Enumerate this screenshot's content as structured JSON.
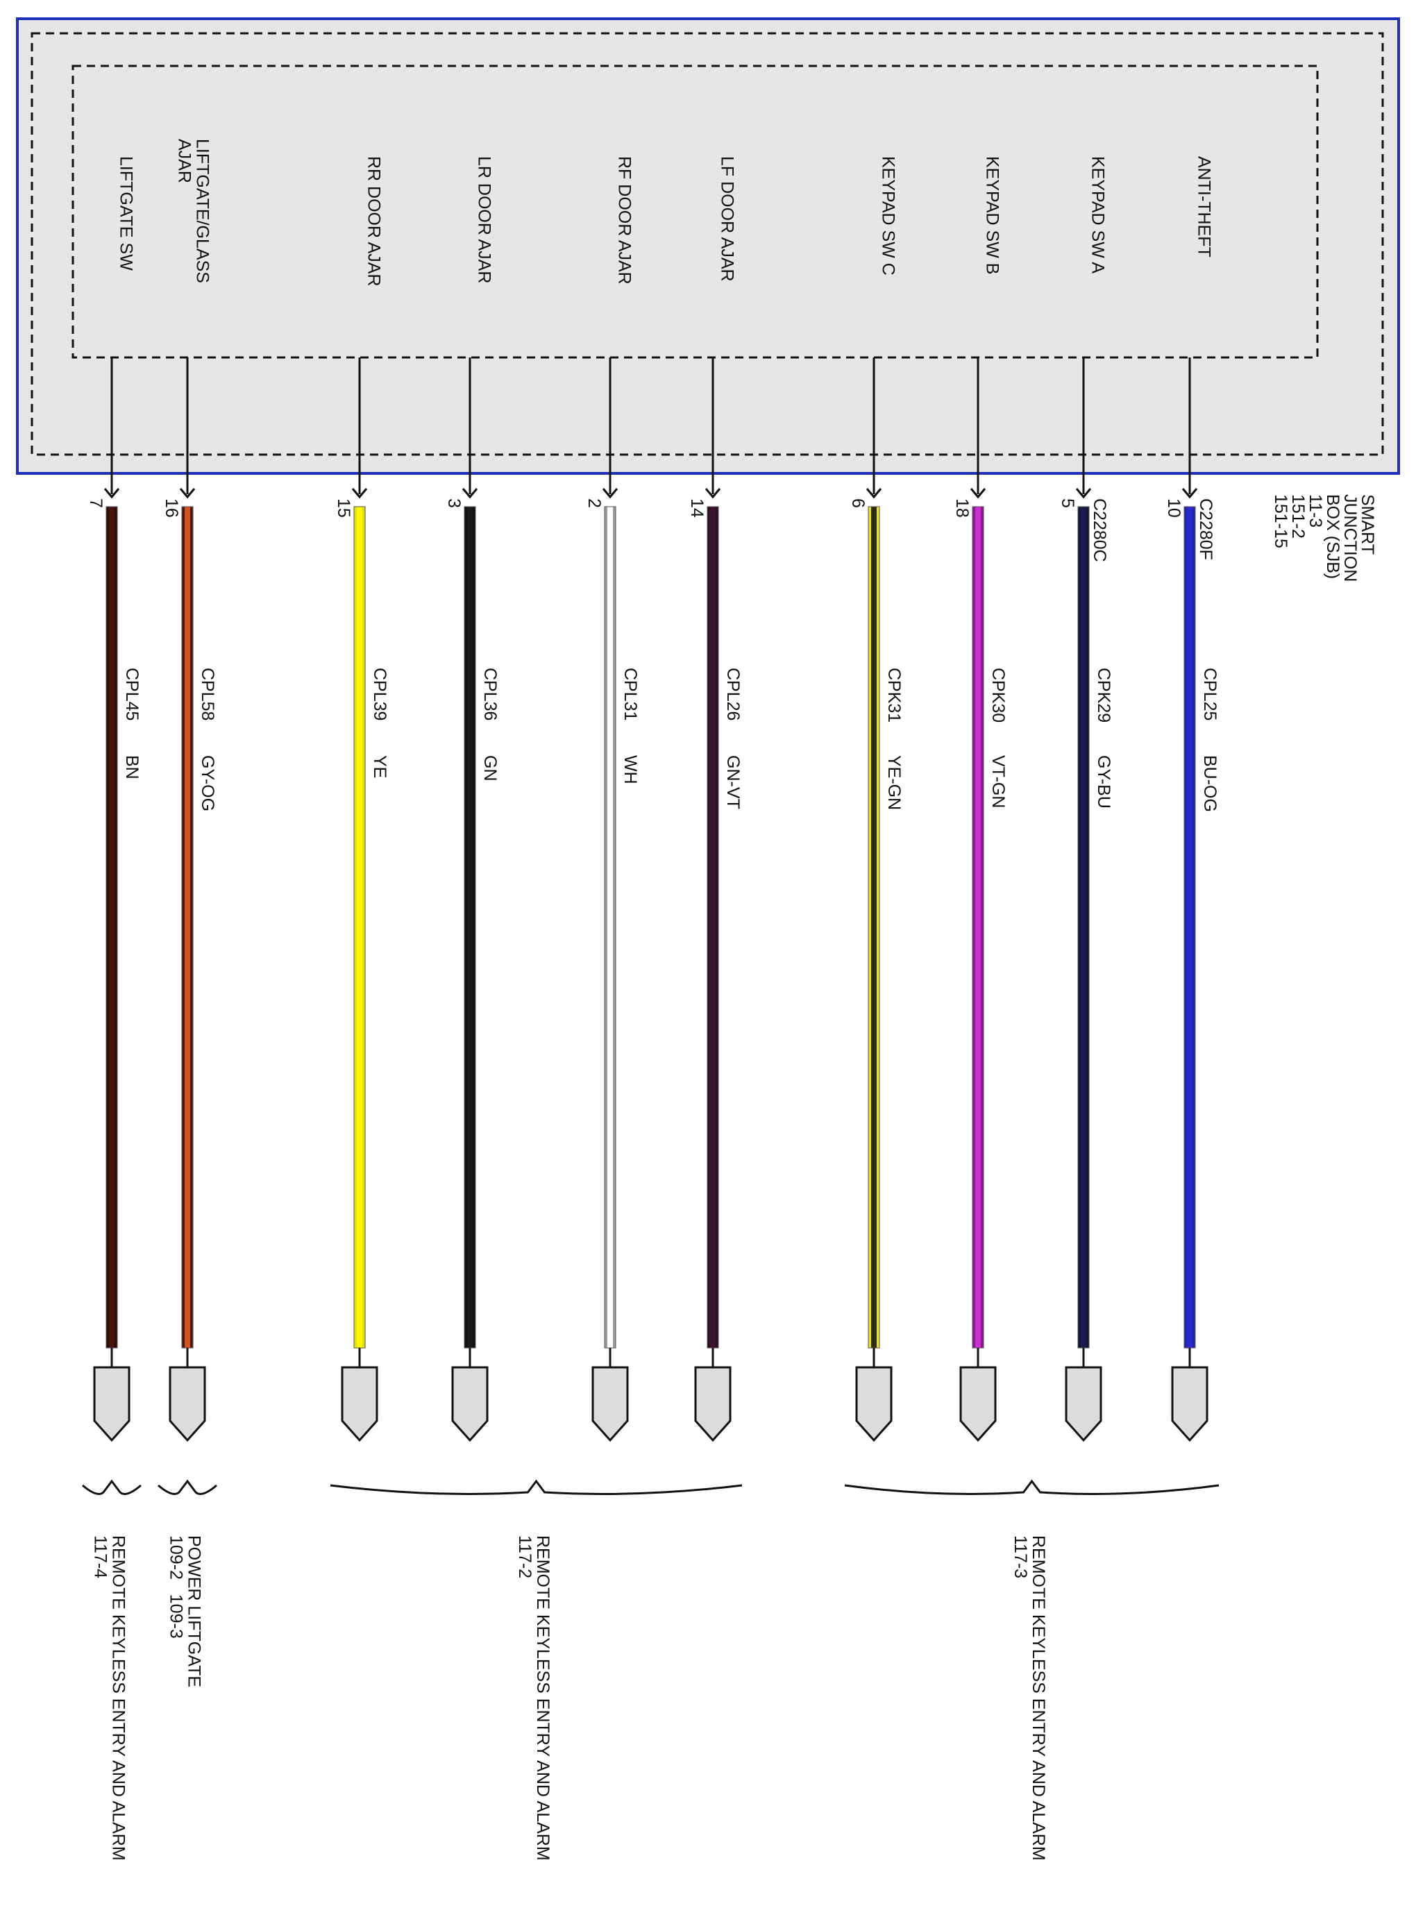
{
  "module": {
    "title_lines": [
      "SMART",
      "JUNCTION",
      "BOX (SJB)",
      "11-3",
      "151-2",
      "151-15"
    ],
    "border_color": "#1f2fb8",
    "fill_color": "#e6e6e6"
  },
  "wires": [
    {
      "signal_lines": [
        "ANTI-THEFT"
      ],
      "pin": "10",
      "connector": "C2280F",
      "circuit": "CPL25",
      "color_code": "BU-OG",
      "colors": [
        "#1f27b0",
        "#2a2acb",
        "#1f27b0"
      ]
    },
    {
      "signal_lines": [
        "KEYPAD SW A"
      ],
      "pin": "5",
      "connector": "C2280C",
      "circuit": "CPK29",
      "color_code": "GY-BU",
      "colors": [
        "#15153a",
        "#1a1a50",
        "#15153a"
      ]
    },
    {
      "signal_lines": [
        "KEYPAD SW B"
      ],
      "pin": "18",
      "connector": "",
      "circuit": "CPK30",
      "color_code": "VT-GN",
      "colors": [
        "#8a188f",
        "#c72fcf",
        "#8a188f"
      ]
    },
    {
      "signal_lines": [
        "KEYPAD SW C"
      ],
      "pin": "6",
      "connector": "",
      "circuit": "CPK31",
      "color_code": "YE-GN",
      "colors": [
        "#e8e32a",
        "#2b2b10",
        "#e8e32a"
      ]
    },
    {
      "signal_lines": [
        "LF DOOR AJAR"
      ],
      "pin": "14",
      "connector": "",
      "circuit": "CPL26",
      "color_code": "GN-VT",
      "colors": [
        "#2a1020",
        "#3a1530",
        "#2a1020"
      ]
    },
    {
      "signal_lines": [
        "RF DOOR AJAR"
      ],
      "pin": "2",
      "connector": "",
      "circuit": "CPL31",
      "color_code": "WH",
      "colors": [
        "#9a9a9a",
        "#ffffff",
        "#9a9a9a"
      ]
    },
    {
      "signal_lines": [
        "LR DOOR AJAR"
      ],
      "pin": "3",
      "connector": "",
      "circuit": "CPL36",
      "color_code": "GN",
      "colors": [
        "#111111",
        "#1a1a1a",
        "#111111"
      ]
    },
    {
      "signal_lines": [
        "RR DOOR AJAR"
      ],
      "pin": "15",
      "connector": "",
      "circuit": "CPL39",
      "color_code": "YE",
      "colors": [
        "#e2e000",
        "#fbf700",
        "#e2e000"
      ]
    },
    {
      "signal_lines": [
        "LIFTGATE/GLASS",
        "AJAR"
      ],
      "pin": "16",
      "connector": "",
      "circuit": "CPL58",
      "color_code": "GY-OG",
      "colors": [
        "#4a1a10",
        "#d2531f",
        "#4a1a10"
      ]
    },
    {
      "signal_lines": [
        "LIFTGATE SW"
      ],
      "pin": "7",
      "connector": "",
      "circuit": "CPL45",
      "color_code": "BN",
      "colors": [
        "#2c0e0a",
        "#4a140d",
        "#2c0e0a"
      ]
    }
  ],
  "destinations": [
    {
      "lines": [
        "REMOTE KEYLESS ENTRY AND ALARM",
        "117-3"
      ],
      "wires": [
        0,
        1,
        2,
        3
      ]
    },
    {
      "lines": [
        "REMOTE KEYLESS ENTRY AND ALARM",
        "117-2"
      ],
      "wires": [
        4,
        5,
        6,
        7
      ]
    },
    {
      "lines": [
        "POWER LIFTGATE",
        "109-2   109-3"
      ],
      "wires": [
        8
      ]
    },
    {
      "lines": [
        "REMOTE KEYLESS ENTRY AND ALARM",
        "117-4"
      ],
      "wires": [
        9
      ]
    }
  ]
}
